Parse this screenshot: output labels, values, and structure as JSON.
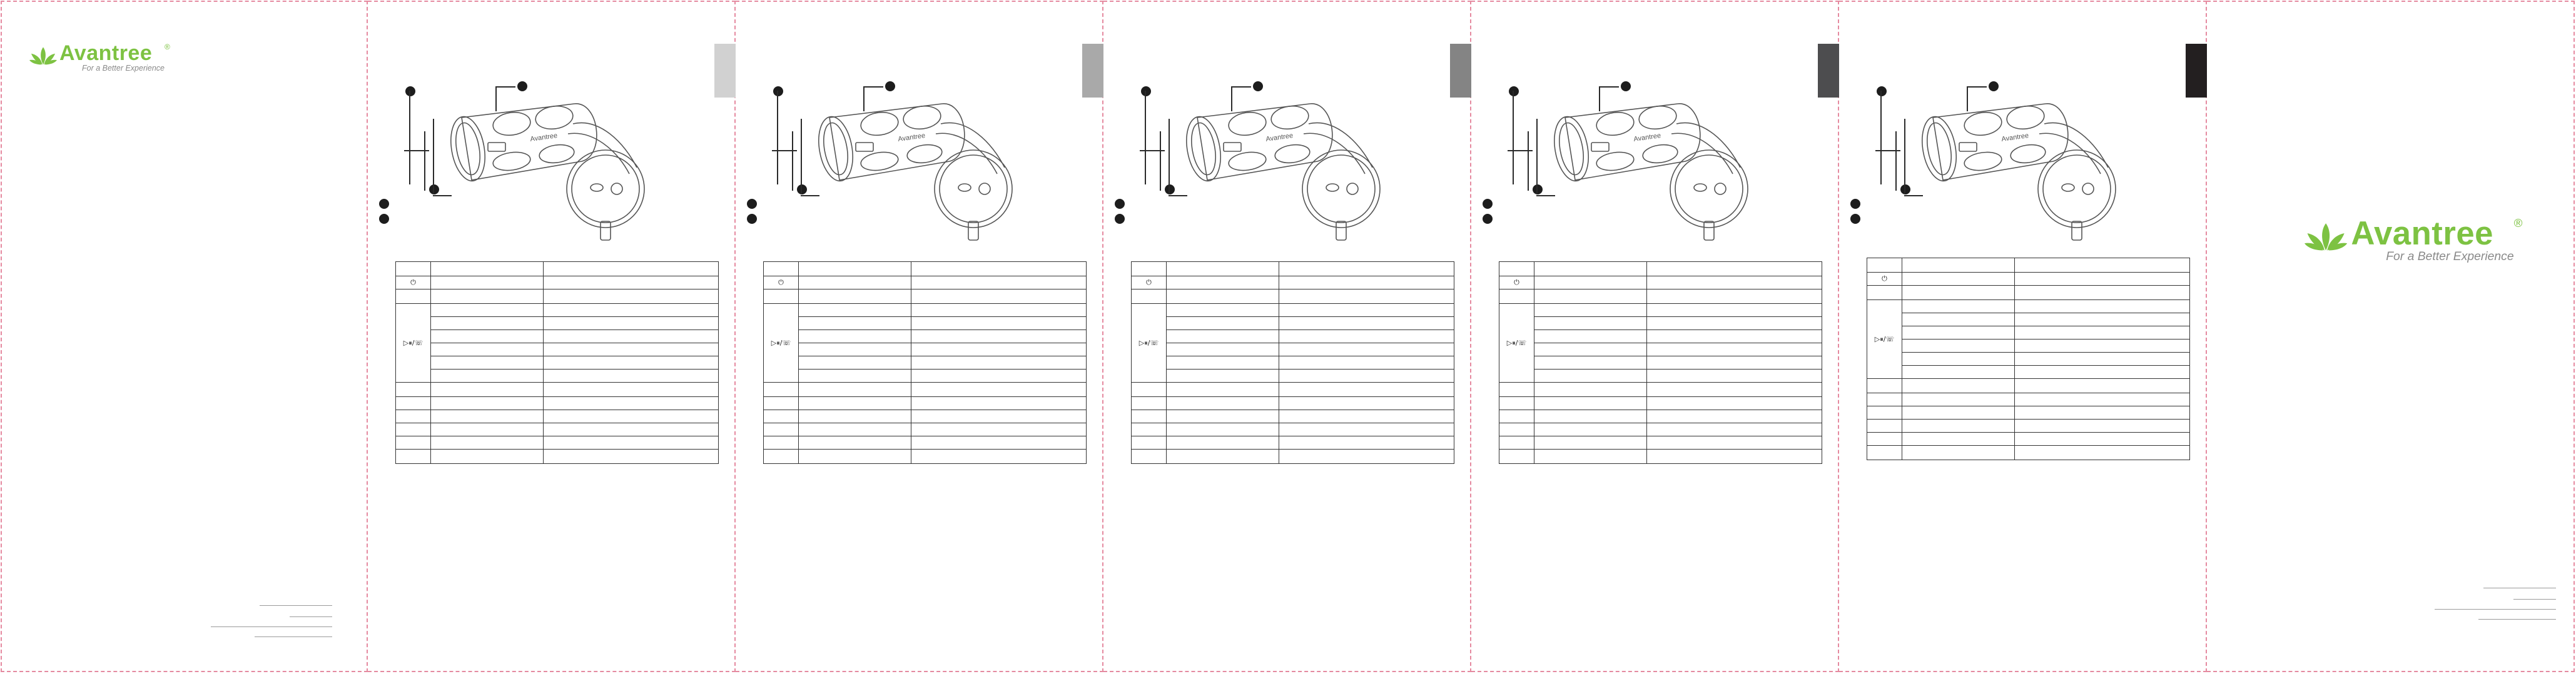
{
  "brand": {
    "name": "Avantree",
    "registered": "®",
    "tagline": "For a Better Experience",
    "color": "#7dc242"
  },
  "device": {
    "body_logo": "Avantree"
  },
  "panels": [
    {
      "type": "cover-left"
    },
    {
      "type": "manual",
      "tab_color": "#d1d1d1"
    },
    {
      "type": "manual",
      "tab_color": "#a9a9a9"
    },
    {
      "type": "manual",
      "tab_color": "#848484"
    },
    {
      "type": "manual",
      "tab_color": "#4d4d4f"
    },
    {
      "type": "manual",
      "tab_color": "#231f20"
    },
    {
      "type": "cover-right"
    }
  ],
  "icons": {
    "power": "power-icon",
    "play_pause_call": "play-pause-call-icon"
  },
  "colors": {
    "fold_line": "#e58aa0",
    "line": "#333333"
  }
}
